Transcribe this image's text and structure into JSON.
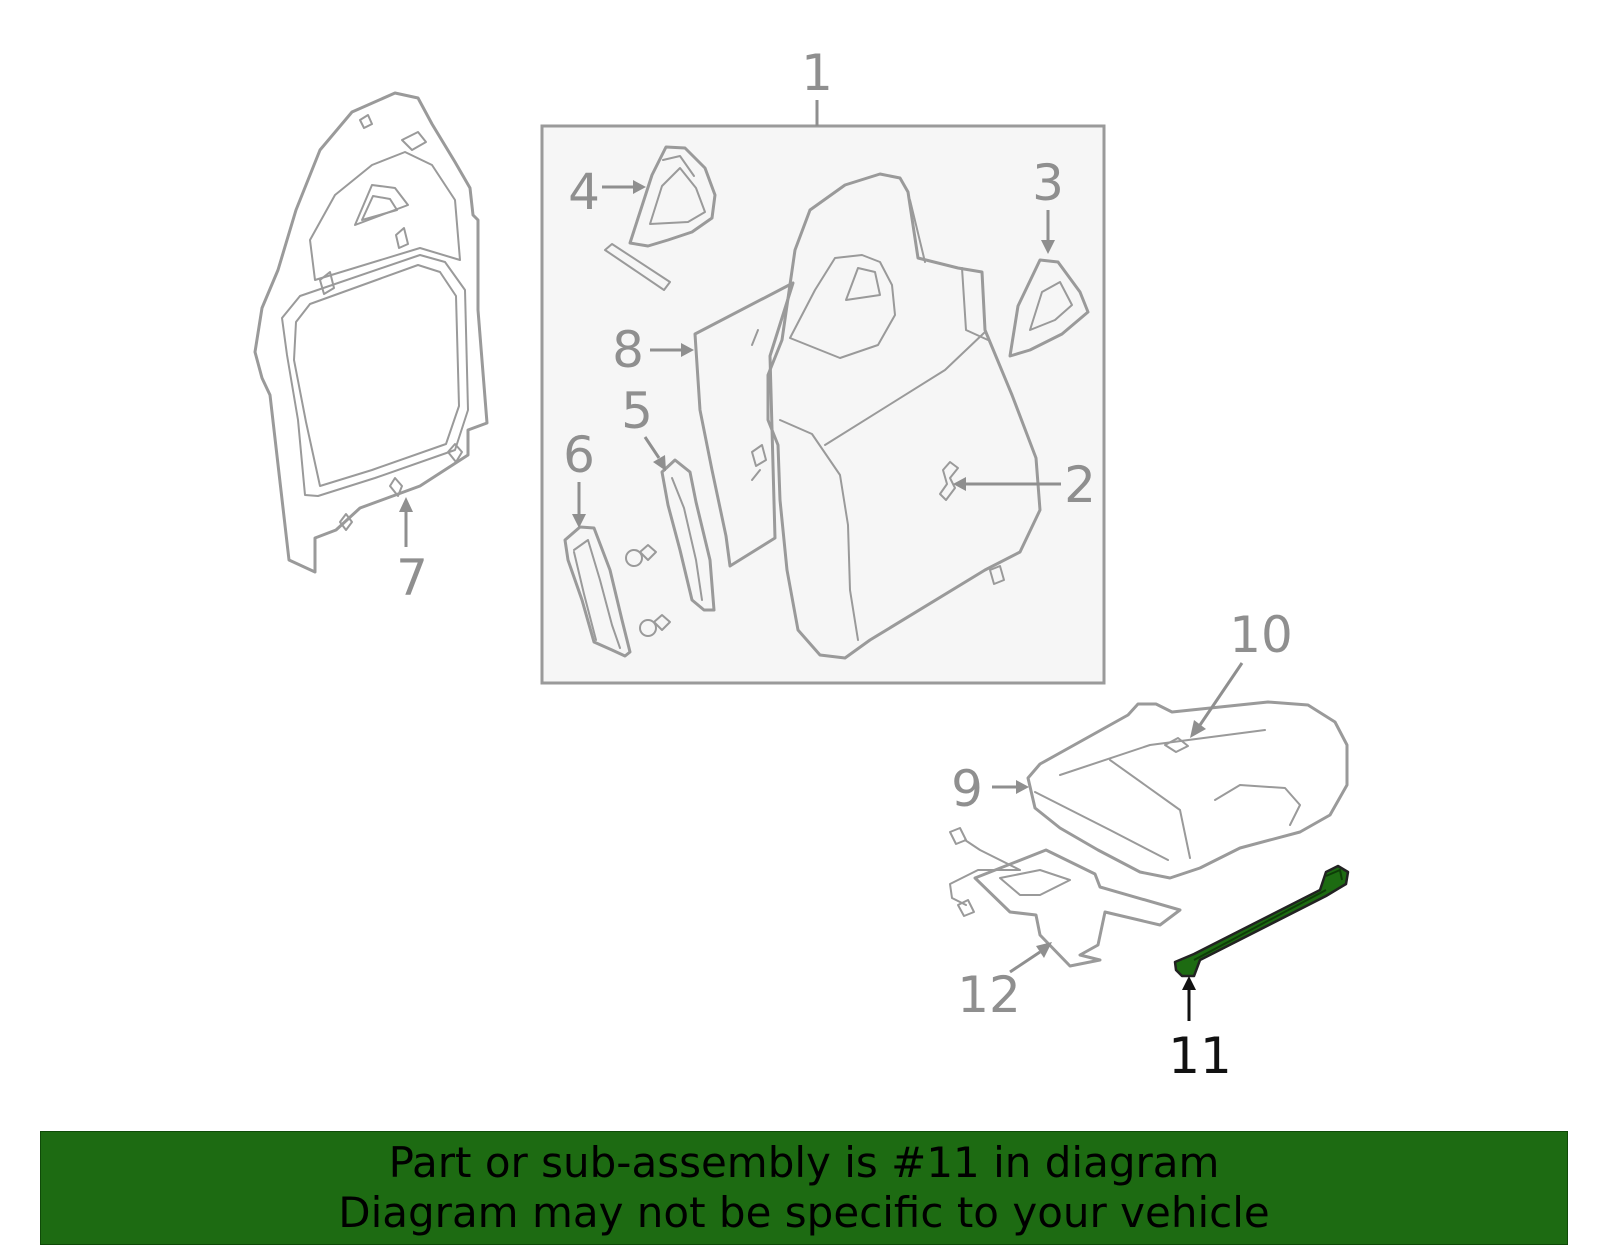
{
  "diagram": {
    "callouts": [
      "1",
      "2",
      "3",
      "4",
      "5",
      "6",
      "7",
      "8",
      "9",
      "10",
      "11",
      "12"
    ],
    "highlighted_part": "11",
    "colors": {
      "part_outline": "#9a9a9a",
      "assembly_box_fill": "#f6f6f6",
      "highlight_part": "#1d6b12",
      "highlight_label": "#111111",
      "banner_bg": "#1d6b12"
    }
  },
  "banner": {
    "line1": "Part or sub-assembly is #11 in diagram",
    "line2": "Diagram may not be specific to your vehicle"
  }
}
